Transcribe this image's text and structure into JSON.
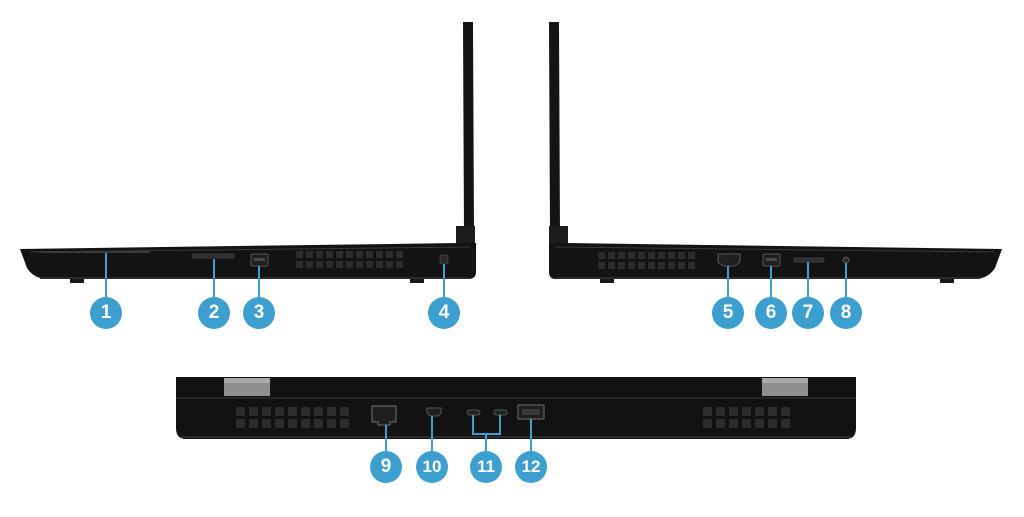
{
  "colors": {
    "body": "#121212",
    "edge": "#2a2a2a",
    "hinge": "#8f8f8f",
    "callout": "#3d9fd0",
    "callout_text": "#ffffff",
    "background": "#ffffff"
  },
  "views": [
    {
      "name": "left side view"
    },
    {
      "name": "right side view"
    },
    {
      "name": "rear view"
    }
  ],
  "callouts": [
    {
      "number": "1",
      "port": "smart-card-slot"
    },
    {
      "number": "2",
      "port": "sd-card-slot"
    },
    {
      "number": "3",
      "port": "usb-a-port"
    },
    {
      "number": "4",
      "port": "security-lock-slot"
    },
    {
      "number": "5",
      "port": "hdmi-port"
    },
    {
      "number": "6",
      "port": "usb-a-port"
    },
    {
      "number": "7",
      "port": "media-card-slot"
    },
    {
      "number": "8",
      "port": "audio-jack"
    },
    {
      "number": "9",
      "port": "ethernet-port"
    },
    {
      "number": "10",
      "port": "mini-displayport"
    },
    {
      "number": "11",
      "port": "thunderbolt-usb-c-ports"
    },
    {
      "number": "12",
      "port": "power-connector"
    }
  ]
}
